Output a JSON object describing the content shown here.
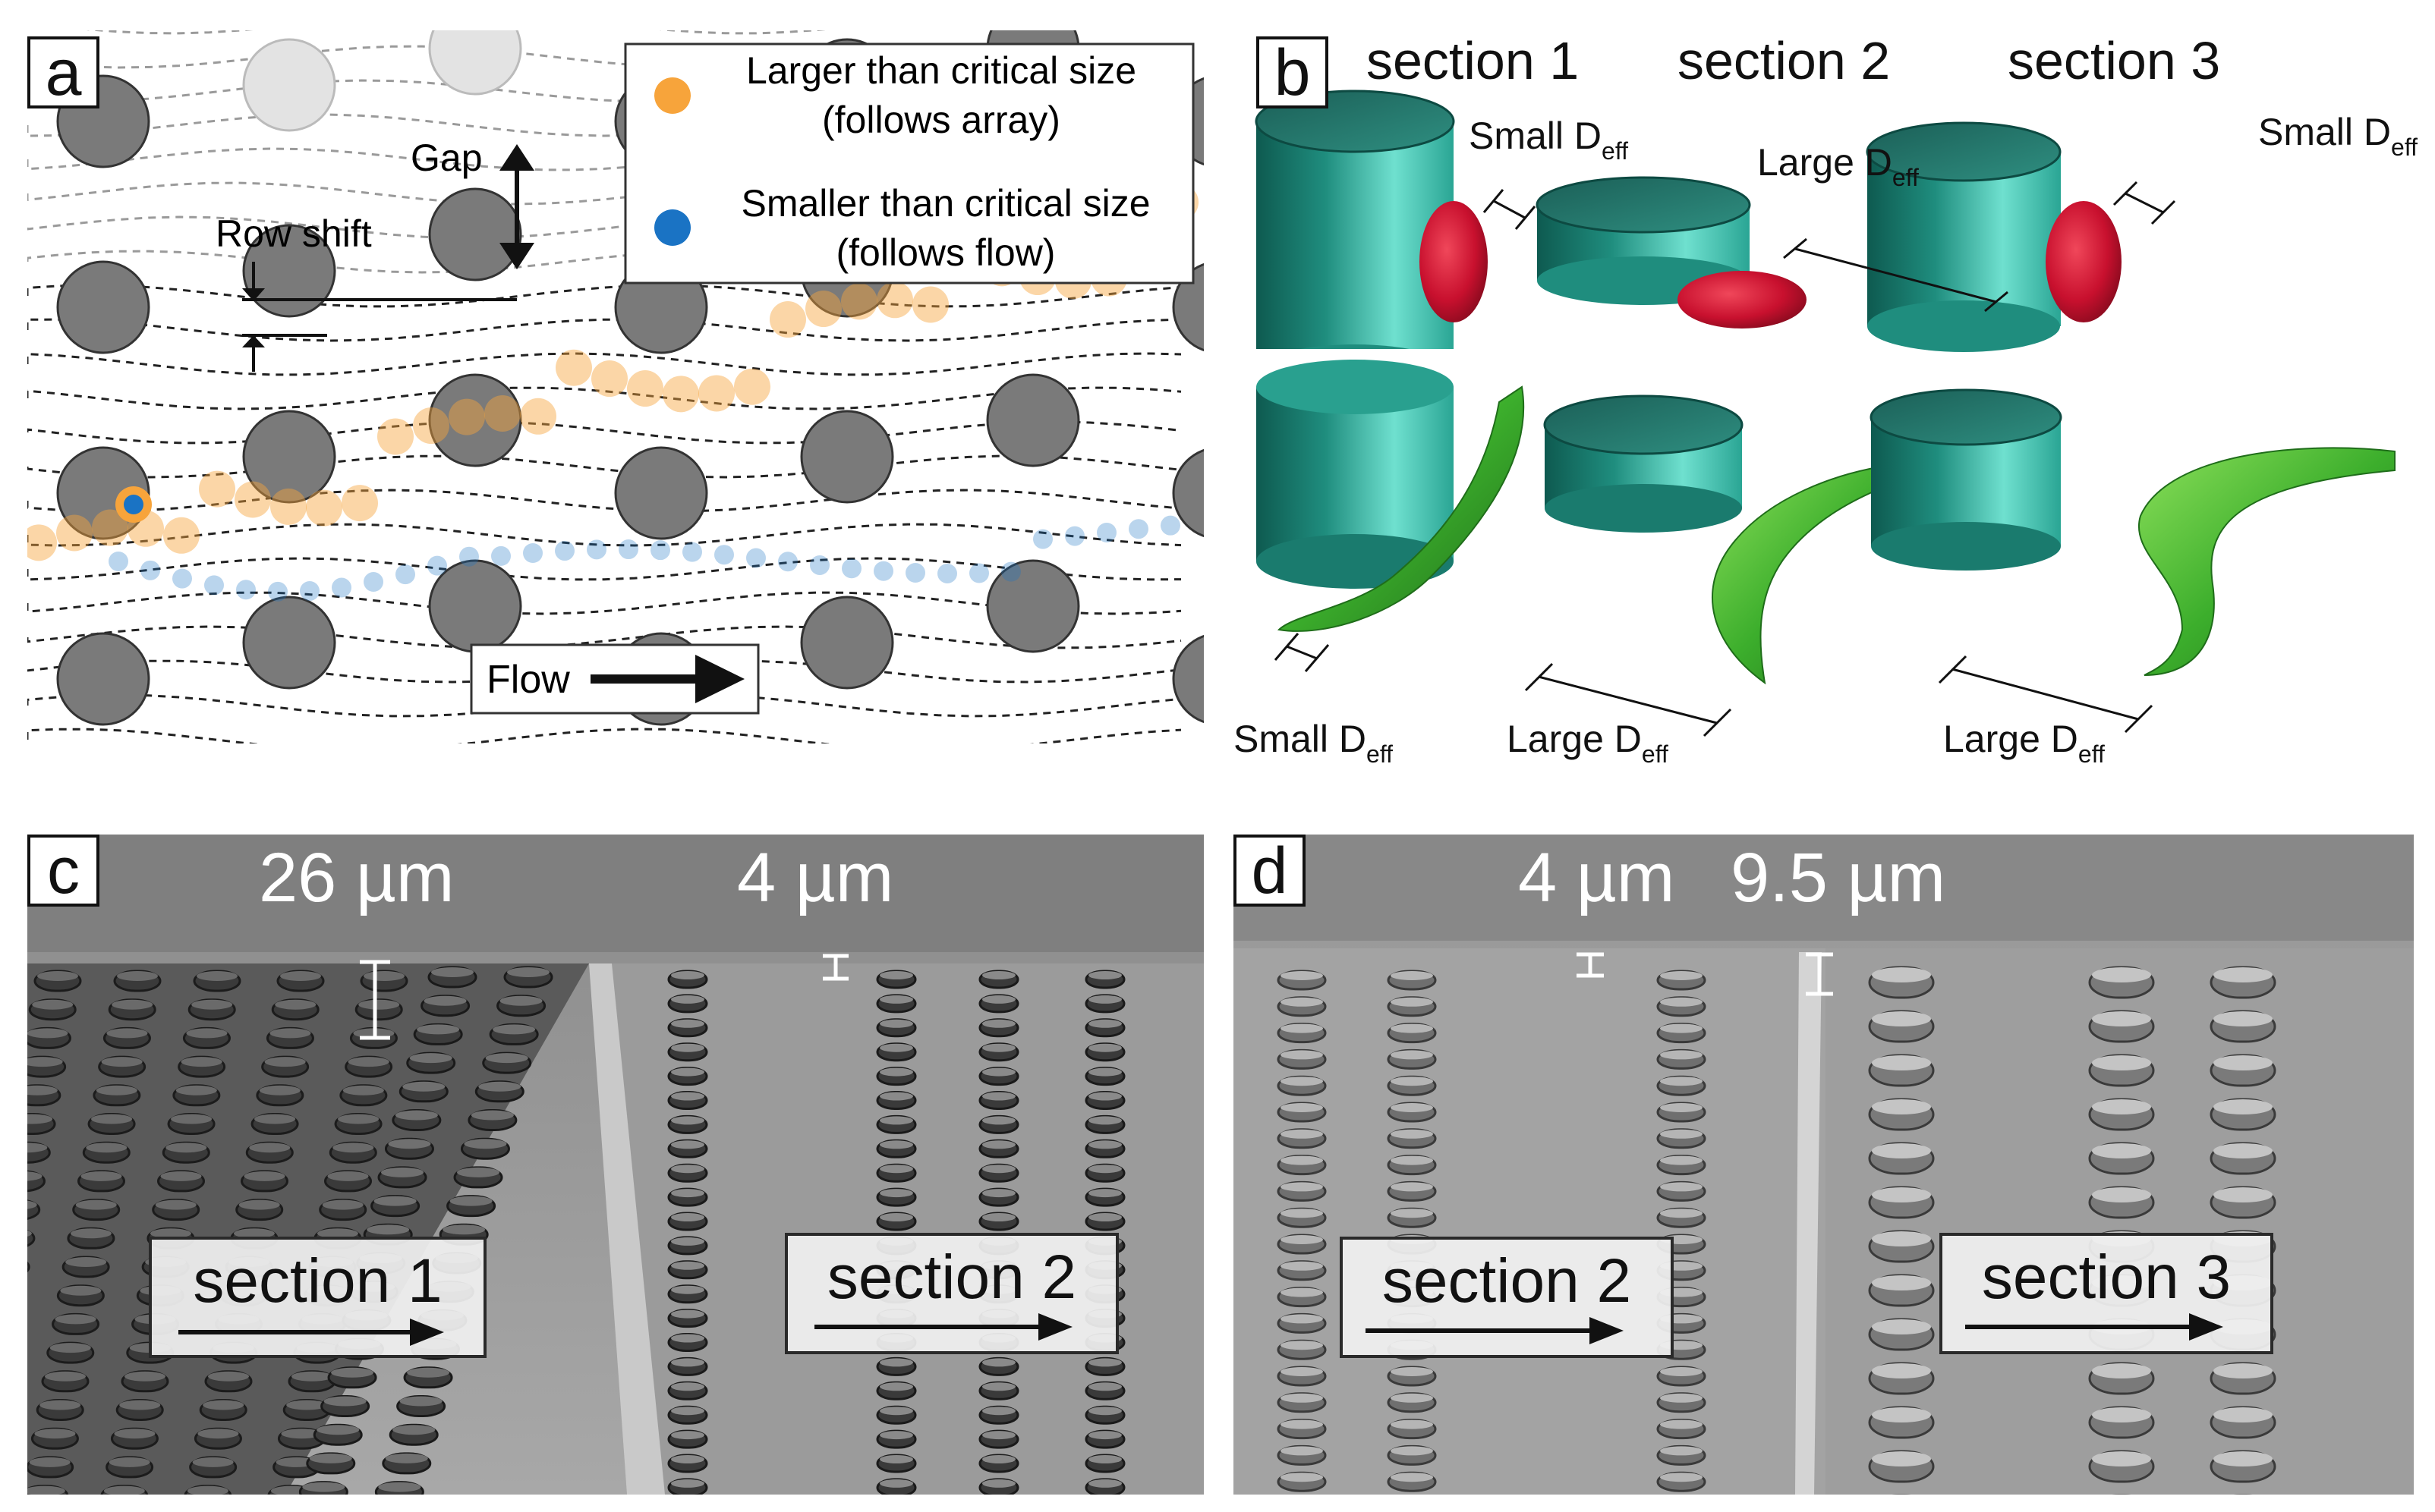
{
  "panels": {
    "a": {
      "letter": "a",
      "legend": {
        "larger_line1": "Larger than critical size",
        "larger_line2": "(follows array)",
        "smaller_line1": "Smaller than critical size",
        "smaller_line2": "(follows flow)"
      },
      "labels": {
        "gap": "Gap",
        "row_shift": "Row shift",
        "flow": "Flow"
      },
      "colors": {
        "large_particle": "#f7a43b",
        "small_particle": "#1a73c4",
        "post_dark": "#7a7a7a",
        "post_light": "#e3e3e3"
      }
    },
    "b": {
      "letter": "b",
      "headers": [
        "section 1",
        "section 2",
        "section 3"
      ],
      "deff_labels": {
        "s1_top": "Small D",
        "s1_bottom": "Small D",
        "s2_top": "Large D",
        "s2_bottom": "Large D",
        "s3_top": "Small D",
        "s3_bottom": "Large D",
        "subscript": "eff"
      },
      "colors": {
        "post": "#2fb9a4",
        "rbc": "#c8102e",
        "parasite": "#3cae2c"
      }
    },
    "c": {
      "letter": "c",
      "scale_left": "26 µm",
      "scale_right": "4 µm",
      "label_left": "section 1",
      "label_right": "section 2"
    },
    "d": {
      "letter": "d",
      "scale_left": "4 µm",
      "scale_right": "9.5 µm",
      "label_left": "section 2",
      "label_right": "section 3"
    }
  }
}
